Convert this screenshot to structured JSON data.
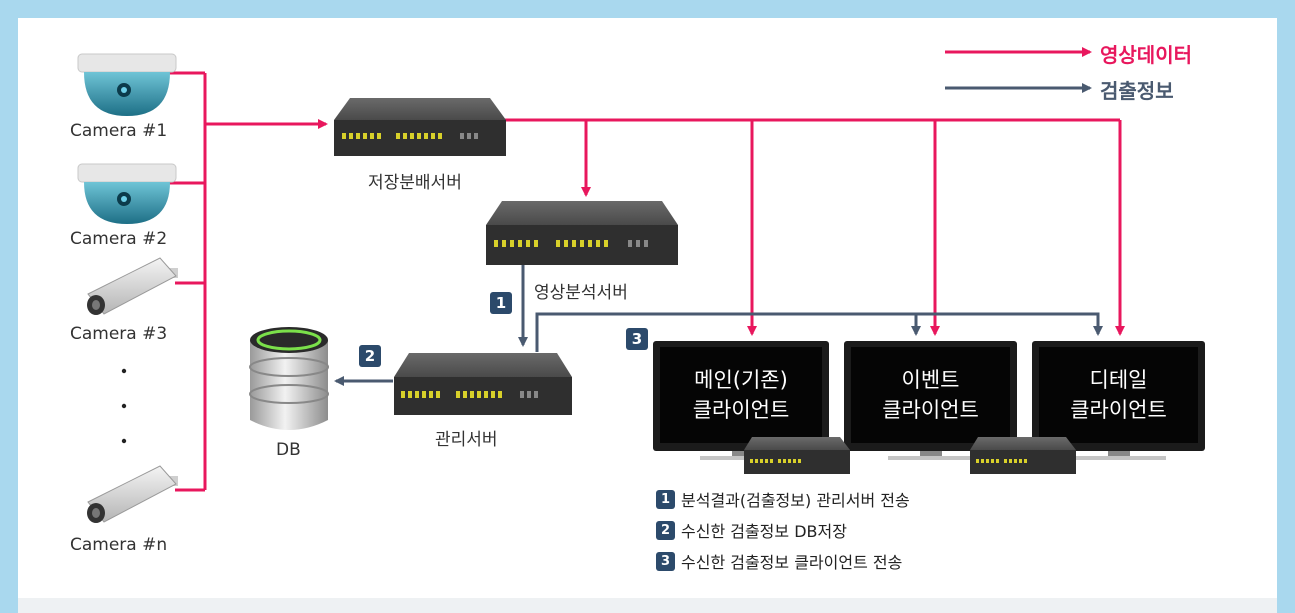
{
  "legend": {
    "video_label": "영상데이터",
    "detect_label": "검출정보",
    "video_color": "#e8175d",
    "detect_color": "#4a5a70"
  },
  "cameras": [
    "Camera #1",
    "Camera #2",
    "Camera #3",
    "Camera #n"
  ],
  "servers": {
    "storage": "저장분배서버",
    "analysis": "영상분석서버",
    "management": "관리서버",
    "db": "DB"
  },
  "badges": [
    "1",
    "2",
    "3"
  ],
  "clients": [
    {
      "line1": "메인(기존)",
      "line2": "클라이언트"
    },
    {
      "line1": "이벤트",
      "line2": "클라이언트"
    },
    {
      "line1": "디테일",
      "line2": "클라이언트"
    }
  ],
  "notes": [
    {
      "num": "1",
      "text": "분석결과(검출정보) 관리서버 전송"
    },
    {
      "num": "2",
      "text": "수신한 검출정보 DB저장"
    },
    {
      "num": "3",
      "text": "수신한 검출정보 클라이언트 전송"
    }
  ]
}
